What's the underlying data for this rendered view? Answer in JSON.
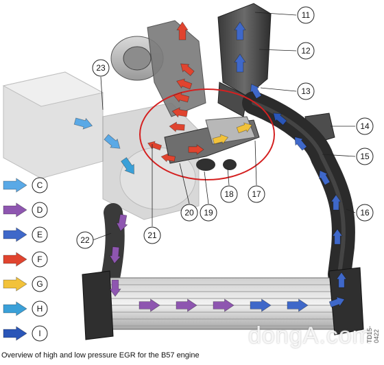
{
  "caption": "Overview of high and low pressure EGR for the B57 engine",
  "watermark": "dongA.com",
  "figure_code": "TD15-0422",
  "colors": {
    "C": "#5aa9e6",
    "D": "#8e56b0",
    "E": "#3f68c9",
    "F": "#e0442f",
    "G": "#f2c23a",
    "H": "#3aa0d8",
    "I": "#2a56b8",
    "highlight_ring": "#d42020"
  },
  "legend": [
    {
      "letter": "C",
      "color_key": "C"
    },
    {
      "letter": "D",
      "color_key": "D"
    },
    {
      "letter": "E",
      "color_key": "E"
    },
    {
      "letter": "F",
      "color_key": "F"
    },
    {
      "letter": "G",
      "color_key": "G"
    },
    {
      "letter": "H",
      "color_key": "H"
    },
    {
      "letter": "I",
      "color_key": "I"
    }
  ],
  "callouts": [
    {
      "id": "c11",
      "number": "11"
    },
    {
      "id": "c12",
      "number": "12"
    },
    {
      "id": "c13",
      "number": "13"
    },
    {
      "id": "c14",
      "number": "14"
    },
    {
      "id": "c15",
      "number": "15"
    },
    {
      "id": "c16",
      "number": "16"
    },
    {
      "id": "c17",
      "number": "17"
    },
    {
      "id": "c18",
      "number": "18"
    },
    {
      "id": "c19",
      "number": "19"
    },
    {
      "id": "c20",
      "number": "20"
    },
    {
      "id": "c21",
      "number": "21"
    },
    {
      "id": "c22",
      "number": "22"
    },
    {
      "id": "c23",
      "number": "23"
    }
  ]
}
